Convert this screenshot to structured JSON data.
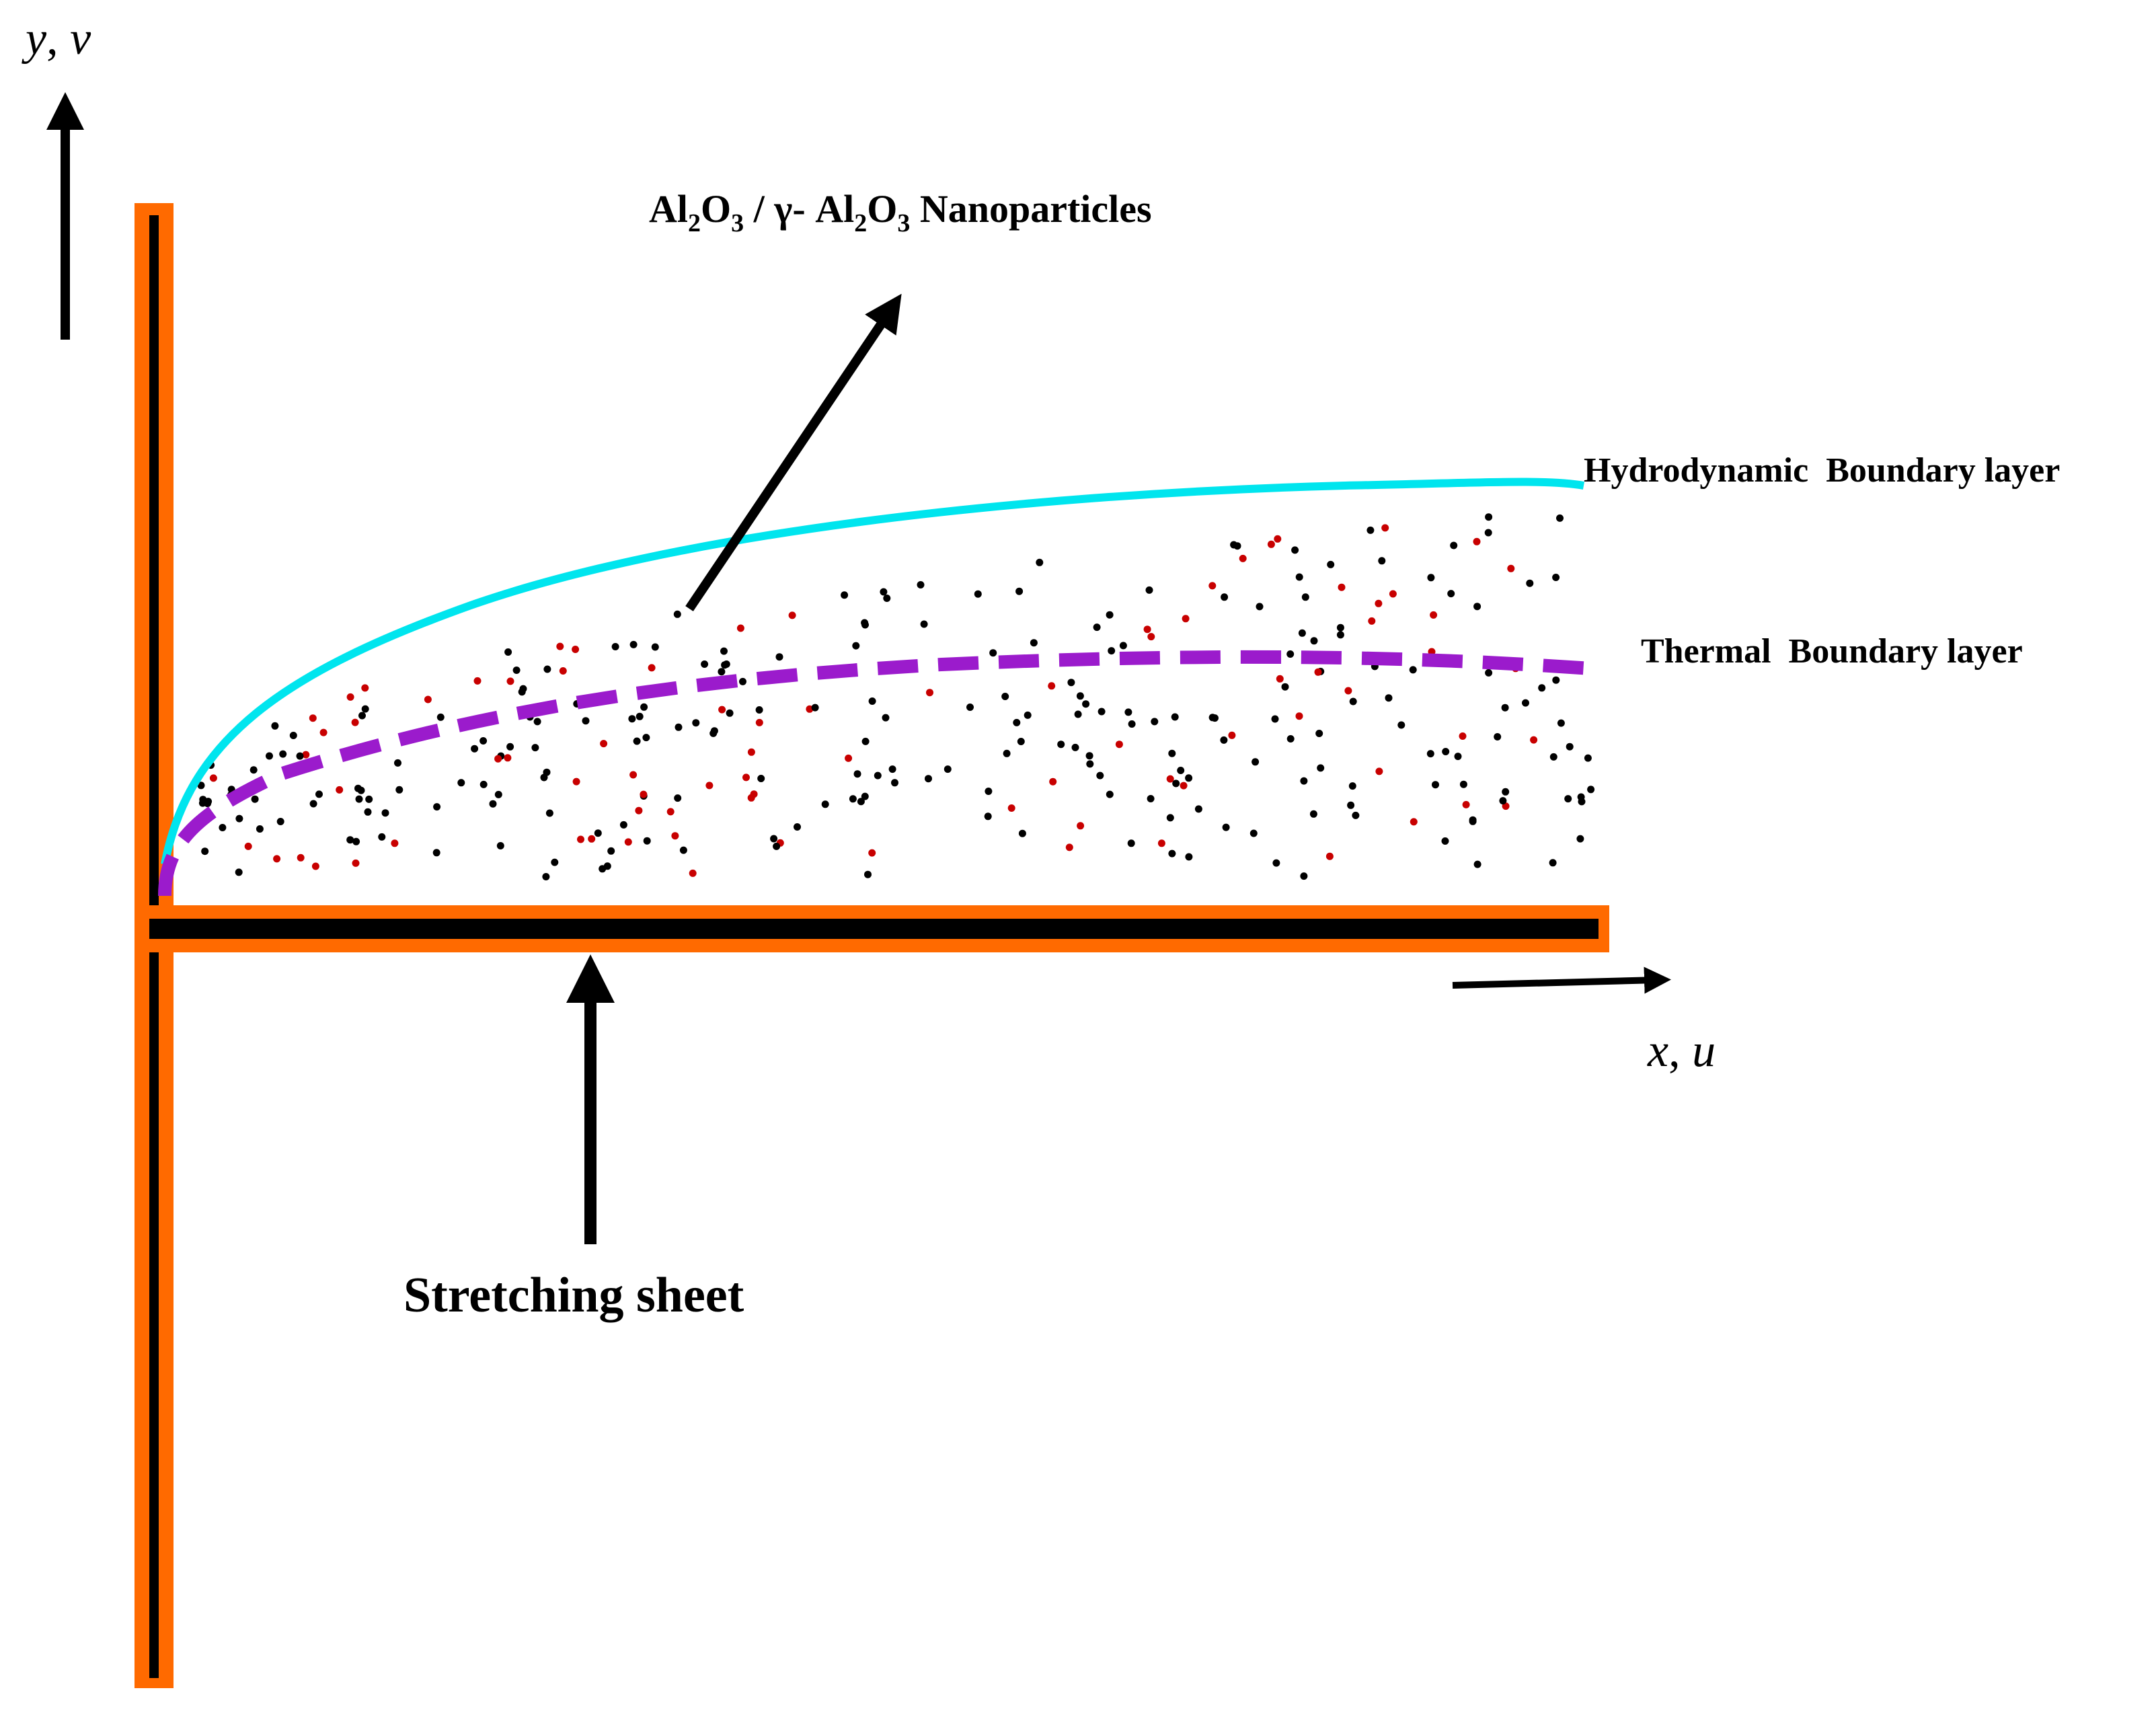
{
  "labels": {
    "y_axis": "y",
    "y_axis_sep": ", ",
    "y_axis_vel": "v",
    "x_axis": "x",
    "x_axis_sep": ", ",
    "x_axis_vel": "u",
    "nano_al": "Al",
    "nano_sub2": "2",
    "nano_o": "O",
    "nano_sub3": "3",
    "nano_slash": " / γ- ",
    "nano_al_b": "Al",
    "nano_sub2_b": "2",
    "nano_o_b": "O",
    "nano_sub3_b": "3",
    "nano_word": " Nanoparticles",
    "hydro": "Hydrodynamic  Boundary layer",
    "thermal": "Thermal  Boundary layer",
    "sheet": "Stretching sheet"
  },
  "colors": {
    "sheet_fill": "#ff6a00",
    "sheet_core": "#000000",
    "hydro_line": "#00e5ee",
    "thermal_line": "#9b1bcc",
    "particle_black": "#000000",
    "particle_red": "#c80000",
    "text": "#000000"
  }
}
